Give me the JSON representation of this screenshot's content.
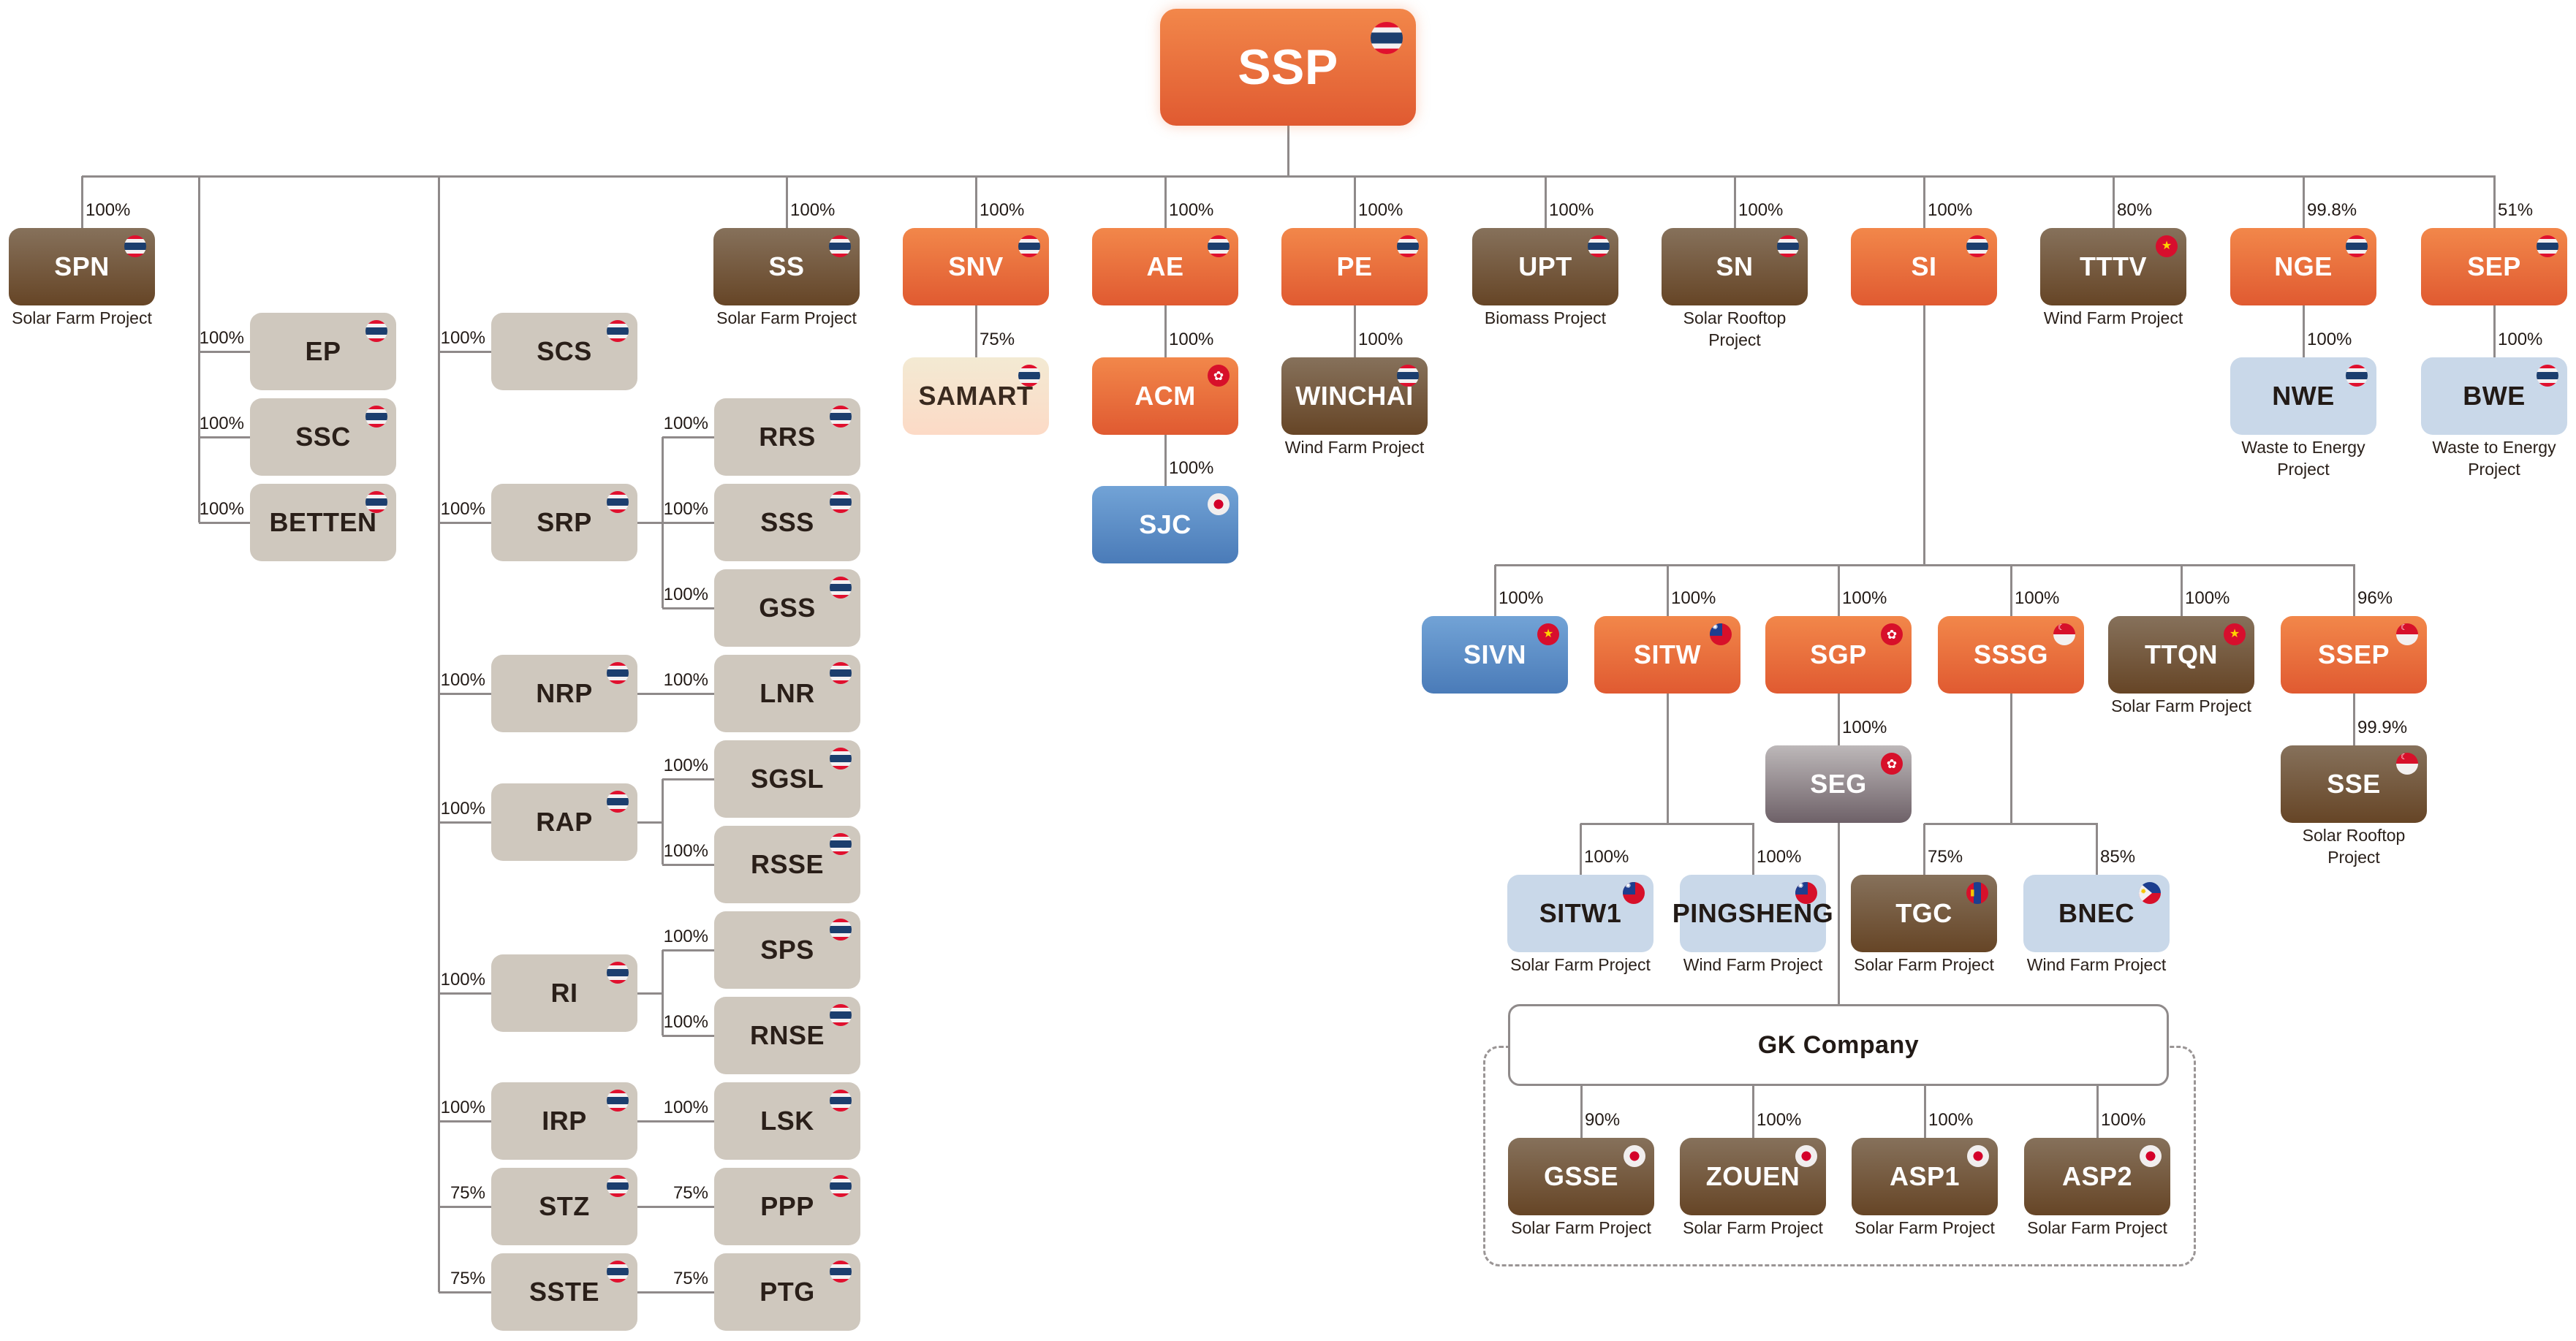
{
  "title": "SSP Group Structure",
  "flags": {
    "th": "Thailand",
    "jp": "Japan",
    "vn": "Vietnam",
    "hk": "Hong Kong",
    "tw": "Taiwan",
    "sg": "Singapore",
    "mn": "Mongolia",
    "ph": "Philippines"
  },
  "legend_colors": {
    "orange": "#E9703C",
    "brown": "#76593D",
    "beige": "#CFC8BE",
    "lightblue": "#C9D8E9",
    "blue": "#5F8FC7",
    "cream": "#F8E2CD",
    "gray": "#968C8F",
    "line": "#8F8A8A"
  },
  "nodes": [
    {
      "id": "SSP",
      "name": "SSP",
      "type": "orange",
      "flag": "th",
      "pct": "",
      "sub": ""
    },
    {
      "id": "SPN",
      "name": "SPN",
      "type": "brown",
      "flag": "th",
      "pct": "100%",
      "sub": "Solar Farm Project"
    },
    {
      "id": "EP",
      "name": "EP",
      "type": "beige",
      "flag": "th",
      "pct": "100%",
      "sub": ""
    },
    {
      "id": "SSC",
      "name": "SSC",
      "type": "beige",
      "flag": "th",
      "pct": "100%",
      "sub": ""
    },
    {
      "id": "BETTEN",
      "name": "BETTEN",
      "type": "beige",
      "flag": "th",
      "pct": "100%",
      "sub": ""
    },
    {
      "id": "SCS",
      "name": "SCS",
      "type": "beige",
      "flag": "th",
      "pct": "100%",
      "sub": ""
    },
    {
      "id": "SRP",
      "name": "SRP",
      "type": "beige",
      "flag": "th",
      "pct": "100%",
      "sub": ""
    },
    {
      "id": "RRS",
      "name": "RRS",
      "type": "beige",
      "flag": "th",
      "pct": "100%",
      "sub": ""
    },
    {
      "id": "SSS",
      "name": "SSS",
      "type": "beige",
      "flag": "th",
      "pct": "100%",
      "sub": ""
    },
    {
      "id": "GSS",
      "name": "GSS",
      "type": "beige",
      "flag": "th",
      "pct": "100%",
      "sub": ""
    },
    {
      "id": "NRP",
      "name": "NRP",
      "type": "beige",
      "flag": "th",
      "pct": "100%",
      "sub": ""
    },
    {
      "id": "LNR",
      "name": "LNR",
      "type": "beige",
      "flag": "th",
      "pct": "100%",
      "sub": ""
    },
    {
      "id": "RAP",
      "name": "RAP",
      "type": "beige",
      "flag": "th",
      "pct": "100%",
      "sub": ""
    },
    {
      "id": "SGSL",
      "name": "SGSL",
      "type": "beige",
      "flag": "th",
      "pct": "100%",
      "sub": ""
    },
    {
      "id": "RSSE",
      "name": "RSSE",
      "type": "beige",
      "flag": "th",
      "pct": "100%",
      "sub": ""
    },
    {
      "id": "RI",
      "name": "RI",
      "type": "beige",
      "flag": "th",
      "pct": "100%",
      "sub": ""
    },
    {
      "id": "SPS",
      "name": "SPS",
      "type": "beige",
      "flag": "th",
      "pct": "100%",
      "sub": ""
    },
    {
      "id": "RNSE",
      "name": "RNSE",
      "type": "beige",
      "flag": "th",
      "pct": "100%",
      "sub": ""
    },
    {
      "id": "IRP",
      "name": "IRP",
      "type": "beige",
      "flag": "th",
      "pct": "100%",
      "sub": ""
    },
    {
      "id": "LSK",
      "name": "LSK",
      "type": "beige",
      "flag": "th",
      "pct": "100%",
      "sub": ""
    },
    {
      "id": "STZ",
      "name": "STZ",
      "type": "beige",
      "flag": "th",
      "pct": "75%",
      "sub": ""
    },
    {
      "id": "PPP",
      "name": "PPP",
      "type": "beige",
      "flag": "th",
      "pct": "75%",
      "sub": ""
    },
    {
      "id": "SSTE",
      "name": "SSTE",
      "type": "beige",
      "flag": "th",
      "pct": "75%",
      "sub": ""
    },
    {
      "id": "PTG",
      "name": "PTG",
      "type": "beige",
      "flag": "th",
      "pct": "75%",
      "sub": ""
    },
    {
      "id": "SS",
      "name": "SS",
      "type": "brown",
      "flag": "th",
      "pct": "100%",
      "sub": "Solar Farm Project"
    },
    {
      "id": "SNV",
      "name": "SNV",
      "type": "orange",
      "flag": "th",
      "pct": "100%",
      "sub": ""
    },
    {
      "id": "SAMART",
      "name": "SAMART",
      "type": "cream",
      "flag": "th",
      "pct": "75%",
      "sub": ""
    },
    {
      "id": "AE",
      "name": "AE",
      "type": "orange",
      "flag": "th",
      "pct": "100%",
      "sub": ""
    },
    {
      "id": "ACM",
      "name": "ACM",
      "type": "orange",
      "flag": "hk",
      "pct": "100%",
      "sub": ""
    },
    {
      "id": "SJC",
      "name": "SJC",
      "type": "blue",
      "flag": "jp",
      "pct": "100%",
      "sub": ""
    },
    {
      "id": "PE",
      "name": "PE",
      "type": "orange",
      "flag": "th",
      "pct": "100%",
      "sub": ""
    },
    {
      "id": "WINCHAI",
      "name": "WINCHAI",
      "type": "brown",
      "flag": "th",
      "pct": "100%",
      "sub": "Wind Farm Project"
    },
    {
      "id": "UPT",
      "name": "UPT",
      "type": "brown",
      "flag": "th",
      "pct": "100%",
      "sub": "Biomass Project"
    },
    {
      "id": "SN",
      "name": "SN",
      "type": "brown",
      "flag": "th",
      "pct": "100%",
      "sub": "Solar Rooftop Project"
    },
    {
      "id": "SI",
      "name": "SI",
      "type": "orange",
      "flag": "th",
      "pct": "100%",
      "sub": ""
    },
    {
      "id": "TTTV",
      "name": "TTTV",
      "type": "brown",
      "flag": "vn",
      "pct": "80%",
      "sub": "Wind Farm Project"
    },
    {
      "id": "NGE",
      "name": "NGE",
      "type": "orange",
      "flag": "th",
      "pct": "99.8%",
      "sub": ""
    },
    {
      "id": "NWE",
      "name": "NWE",
      "type": "lightblue",
      "flag": "th",
      "pct": "100%",
      "sub": "Waste to Energy Project"
    },
    {
      "id": "SEP",
      "name": "SEP",
      "type": "orange",
      "flag": "th",
      "pct": "51%",
      "sub": ""
    },
    {
      "id": "BWE",
      "name": "BWE",
      "type": "lightblue",
      "flag": "th",
      "pct": "100%",
      "sub": "Waste to Energy Project"
    },
    {
      "id": "SIVN",
      "name": "SIVN",
      "type": "blue",
      "flag": "vn",
      "pct": "100%",
      "sub": ""
    },
    {
      "id": "SITW",
      "name": "SITW",
      "type": "orange",
      "flag": "tw",
      "pct": "100%",
      "sub": ""
    },
    {
      "id": "SGP",
      "name": "SGP",
      "type": "orange",
      "flag": "hk",
      "pct": "100%",
      "sub": ""
    },
    {
      "id": "SSSG",
      "name": "SSSG",
      "type": "orange",
      "flag": "sg",
      "pct": "100%",
      "sub": ""
    },
    {
      "id": "TTQN",
      "name": "TTQN",
      "type": "brown",
      "flag": "vn",
      "pct": "100%",
      "sub": "Solar Farm Project"
    },
    {
      "id": "SSEP",
      "name": "SSEP",
      "type": "orange",
      "flag": "sg",
      "pct": "96%",
      "sub": ""
    },
    {
      "id": "SEG",
      "name": "SEG",
      "type": "gray",
      "flag": "hk",
      "pct": "100%",
      "sub": ""
    },
    {
      "id": "SSE",
      "name": "SSE",
      "type": "brown",
      "flag": "sg",
      "pct": "99.9%",
      "sub": "Solar Rooftop Project"
    },
    {
      "id": "SITW1",
      "name": "SITW1",
      "type": "lightblue",
      "flag": "tw",
      "pct": "100%",
      "sub": "Solar Farm Project"
    },
    {
      "id": "PINGSHENG",
      "name": "PINGSHENG",
      "type": "lightblue",
      "flag": "tw",
      "pct": "100%",
      "sub": "Wind Farm Project"
    },
    {
      "id": "TGC",
      "name": "TGC",
      "type": "brown",
      "flag": "mn",
      "pct": "75%",
      "sub": "Solar Farm Project"
    },
    {
      "id": "BNEC",
      "name": "BNEC",
      "type": "lightblue",
      "flag": "ph",
      "pct": "85%",
      "sub": "Wind Farm Project"
    },
    {
      "id": "GK",
      "name": "GK Company",
      "type": "white",
      "flag": "",
      "pct": "",
      "sub": ""
    },
    {
      "id": "GSSE",
      "name": "GSSE",
      "type": "brown",
      "flag": "jp",
      "pct": "90%",
      "sub": "Solar Farm Project"
    },
    {
      "id": "ZOUEN",
      "name": "ZOUEN",
      "type": "brown",
      "flag": "jp",
      "pct": "100%",
      "sub": "Solar Farm Project"
    },
    {
      "id": "ASP1",
      "name": "ASP1",
      "type": "brown",
      "flag": "jp",
      "pct": "100%",
      "sub": "Solar Farm Project"
    },
    {
      "id": "ASP2",
      "name": "ASP2",
      "type": "brown",
      "flag": "jp",
      "pct": "100%",
      "sub": "Solar Farm Project"
    }
  ]
}
